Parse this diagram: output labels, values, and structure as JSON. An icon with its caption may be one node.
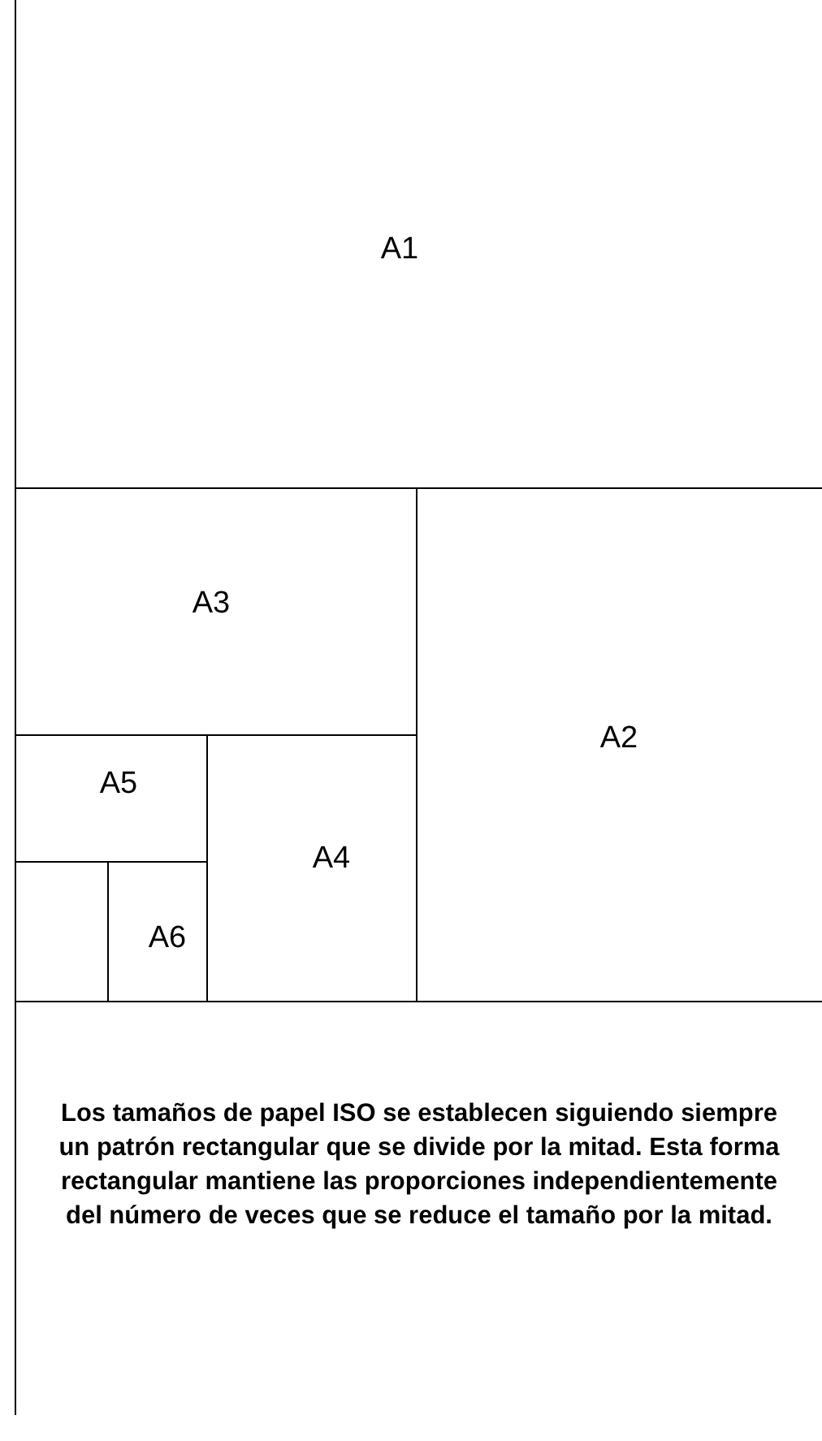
{
  "diagram": {
    "caption": "Los tamaños de papel ISO se establecen siguiendo siempre un patrón rectangular que se divide por la mitad. Esta forma rectangular mantiene las proporciones independientemente del número de veces que se reduce el tamaño por la mitad.",
    "nodes": [
      {
        "text": [
          "A1"
        ]
      },
      {
        "text": [
          "A3"
        ]
      },
      {
        "text": [
          "A2"
        ]
      },
      {
        "text": [
          "A5"
        ]
      },
      {
        "text": [
          "A4"
        ]
      },
      {
        "text": [],
        "shape": "box"
      },
      {
        "text": [
          "A6"
        ]
      }
    ]
  }
}
